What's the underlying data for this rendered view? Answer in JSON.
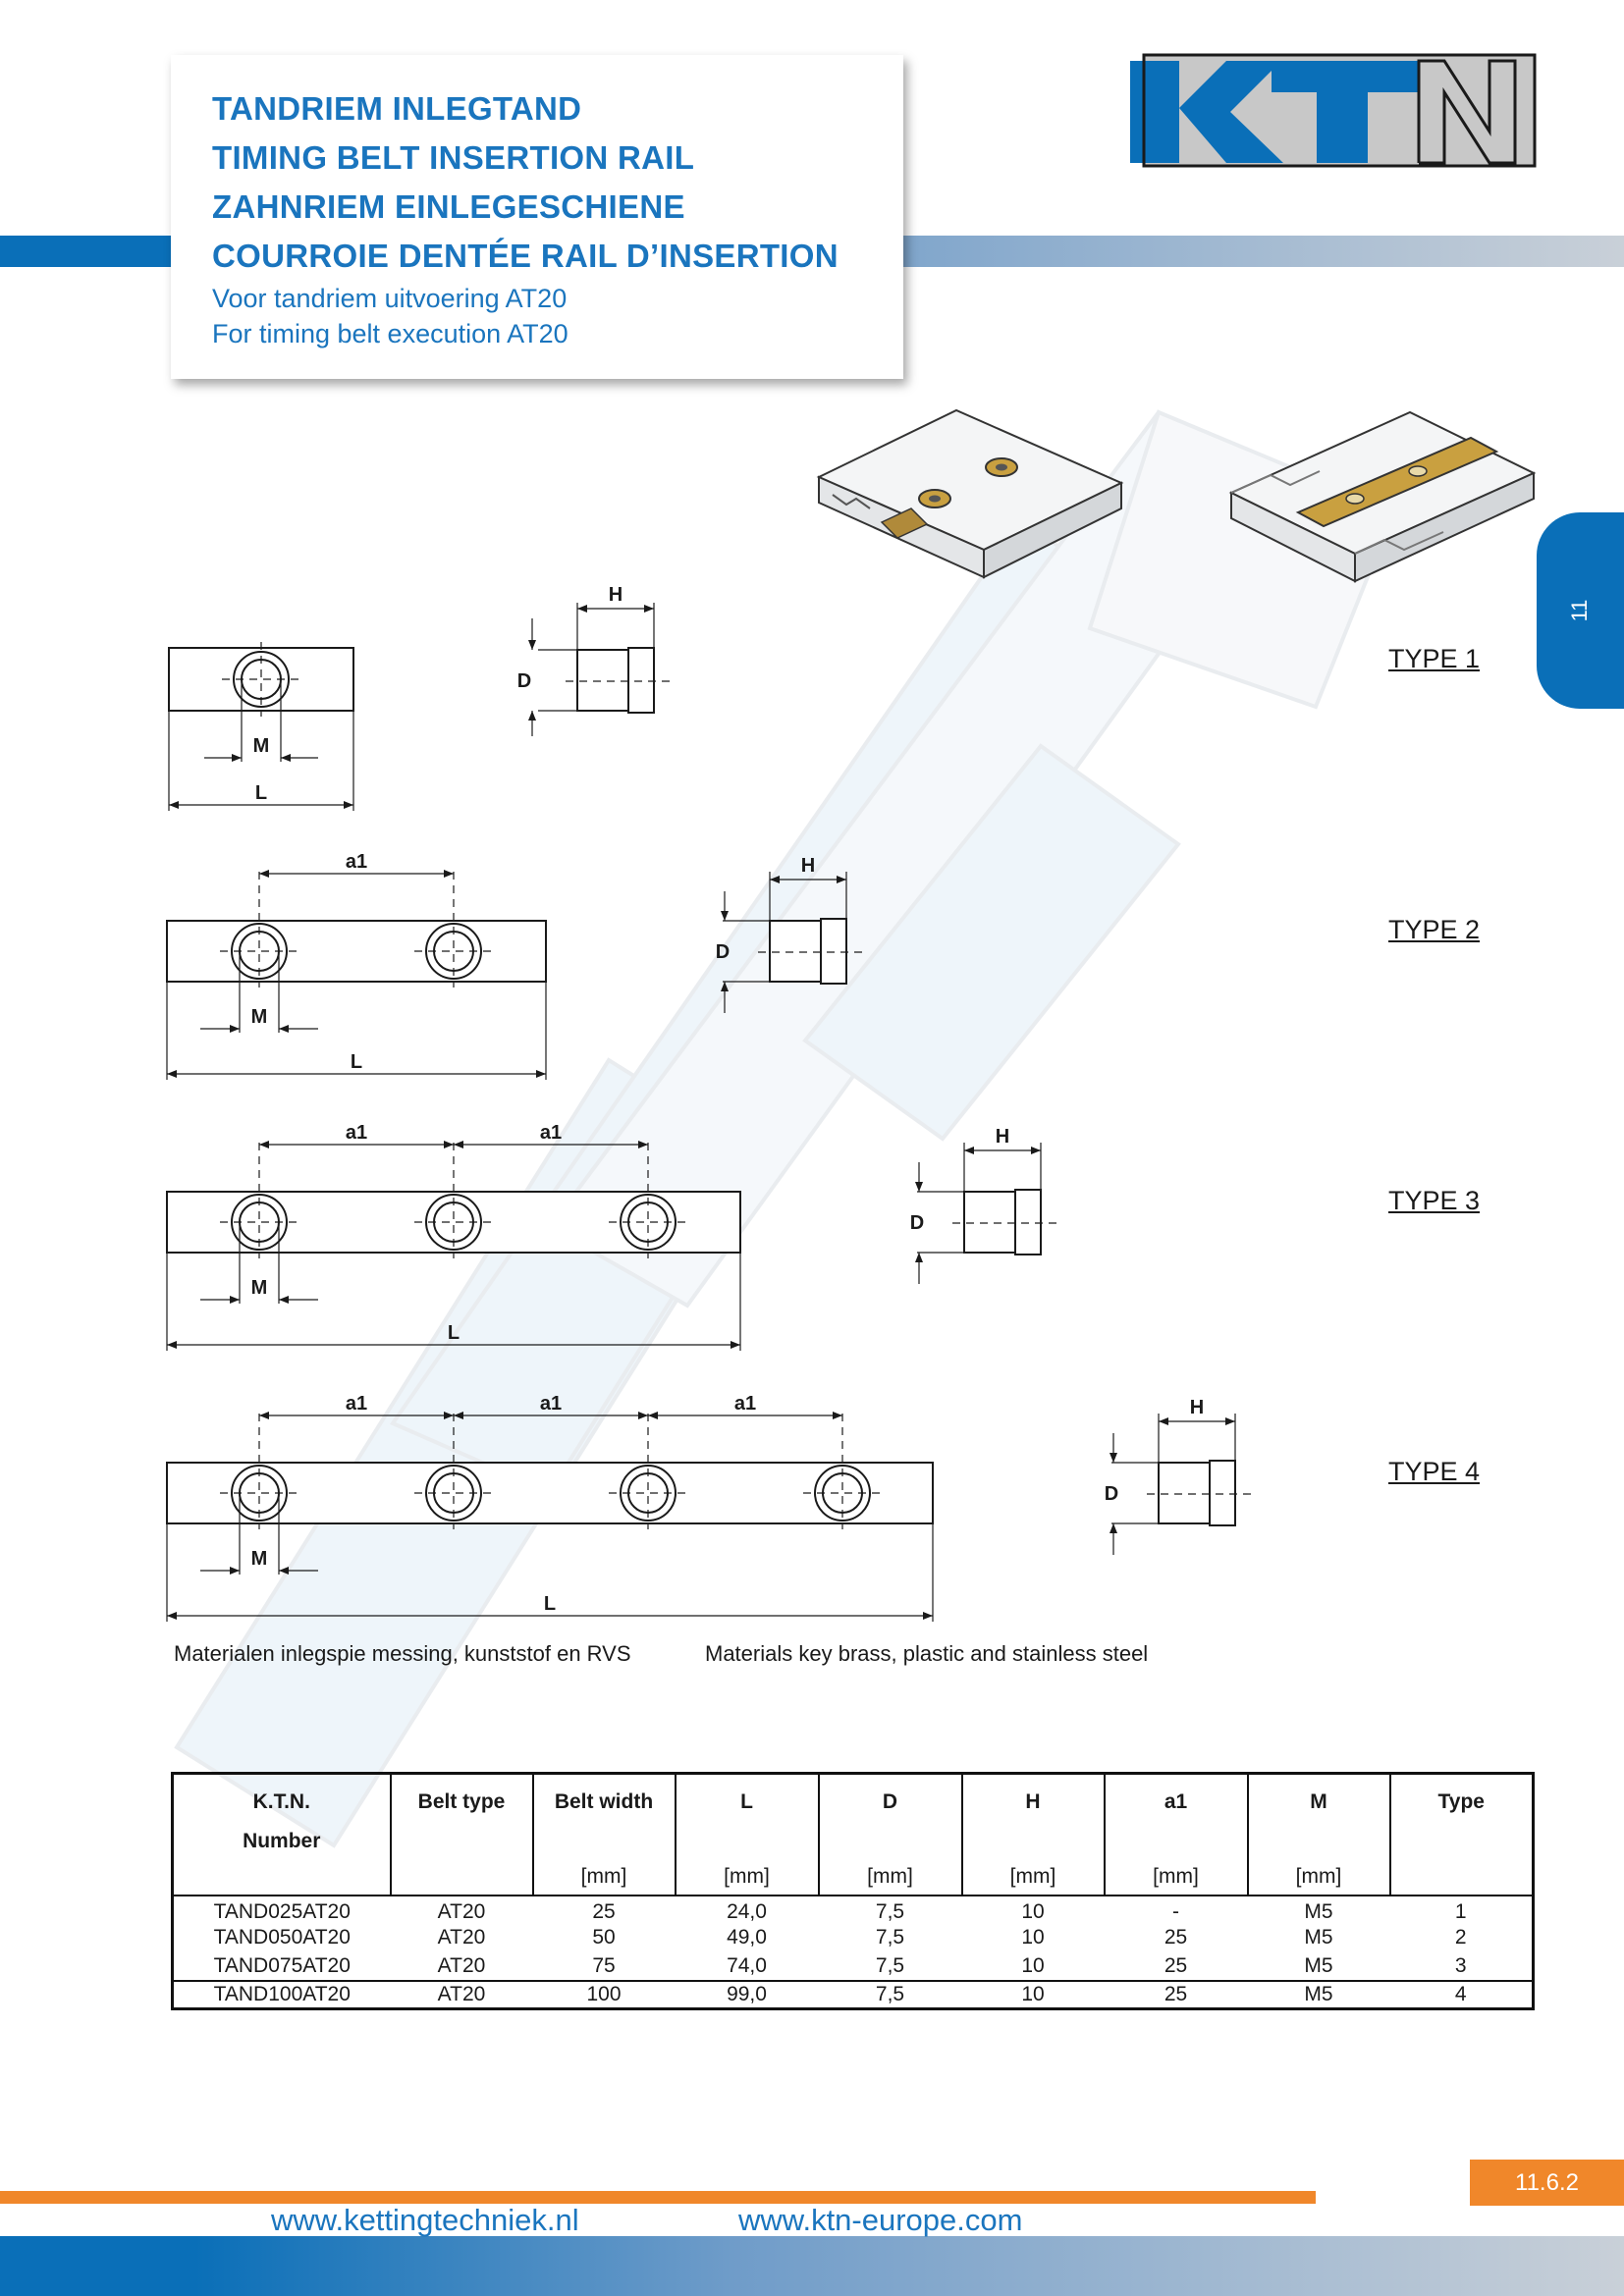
{
  "header": {
    "titles": [
      "TANDRIEM INLEGTAND",
      "TIMING BELT INSERTION RAIL",
      "ZAHNRIEM EINLEGESCHIENE",
      "COURROIE DENTÉE RAIL D’INSERTION"
    ],
    "subtitles": [
      "Voor tandriem uitvoering AT20",
      "For timing belt execution AT20"
    ]
  },
  "logo": {
    "text": "KTN",
    "icon": "ktn-logo",
    "colors": {
      "blue": "#0a6fb8",
      "grey": "#c8c8c8"
    }
  },
  "side_tab": {
    "label": "11"
  },
  "drawing_labels": {
    "H": "H",
    "D": "D",
    "M": "M",
    "L": "L",
    "a1": "a1"
  },
  "types": [
    "TYPE 1",
    "TYPE 2",
    "TYPE 3",
    "TYPE 4"
  ],
  "materials": {
    "nl": "Materialen inlegspie messing, kunststof en RVS",
    "en": "Materials key brass, plastic and stainless steel"
  },
  "table": {
    "headers": [
      {
        "label": "K.T.N.",
        "label2": "Number",
        "unit": ""
      },
      {
        "label": "Belt type",
        "label2": "",
        "unit": ""
      },
      {
        "label": "Belt width",
        "label2": "",
        "unit": "[mm]"
      },
      {
        "label": "L",
        "label2": "",
        "unit": "[mm]"
      },
      {
        "label": "D",
        "label2": "",
        "unit": "[mm]"
      },
      {
        "label": "H",
        "label2": "",
        "unit": "[mm]"
      },
      {
        "label": "a1",
        "label2": "",
        "unit": "[mm]"
      },
      {
        "label": "M",
        "label2": "",
        "unit": "[mm]"
      },
      {
        "label": "Type",
        "label2": "",
        "unit": ""
      }
    ],
    "rows": [
      [
        "TAND025AT20",
        "AT20",
        "25",
        "24,0",
        "7,5",
        "10",
        "-",
        "M5",
        "1"
      ],
      [
        "TAND050AT20",
        "AT20",
        "50",
        "49,0",
        "7,5",
        "10",
        "25",
        "M5",
        "2"
      ],
      [
        "TAND075AT20",
        "AT20",
        "75",
        "74,0",
        "7,5",
        "10",
        "25",
        "M5",
        "3"
      ],
      [
        "TAND100AT20",
        "AT20",
        "100",
        "99,0",
        "7,5",
        "10",
        "25",
        "M5",
        "4"
      ]
    ]
  },
  "footer": {
    "page_number": "11.6.2",
    "urls": [
      "www.kettingtechniek.nl",
      "www.ktn-europe.com"
    ]
  },
  "colors": {
    "brand_blue": "#1a75be",
    "band_blue": "#0a6fb8",
    "orange": "#f0872a",
    "brass": "#c9a040"
  }
}
